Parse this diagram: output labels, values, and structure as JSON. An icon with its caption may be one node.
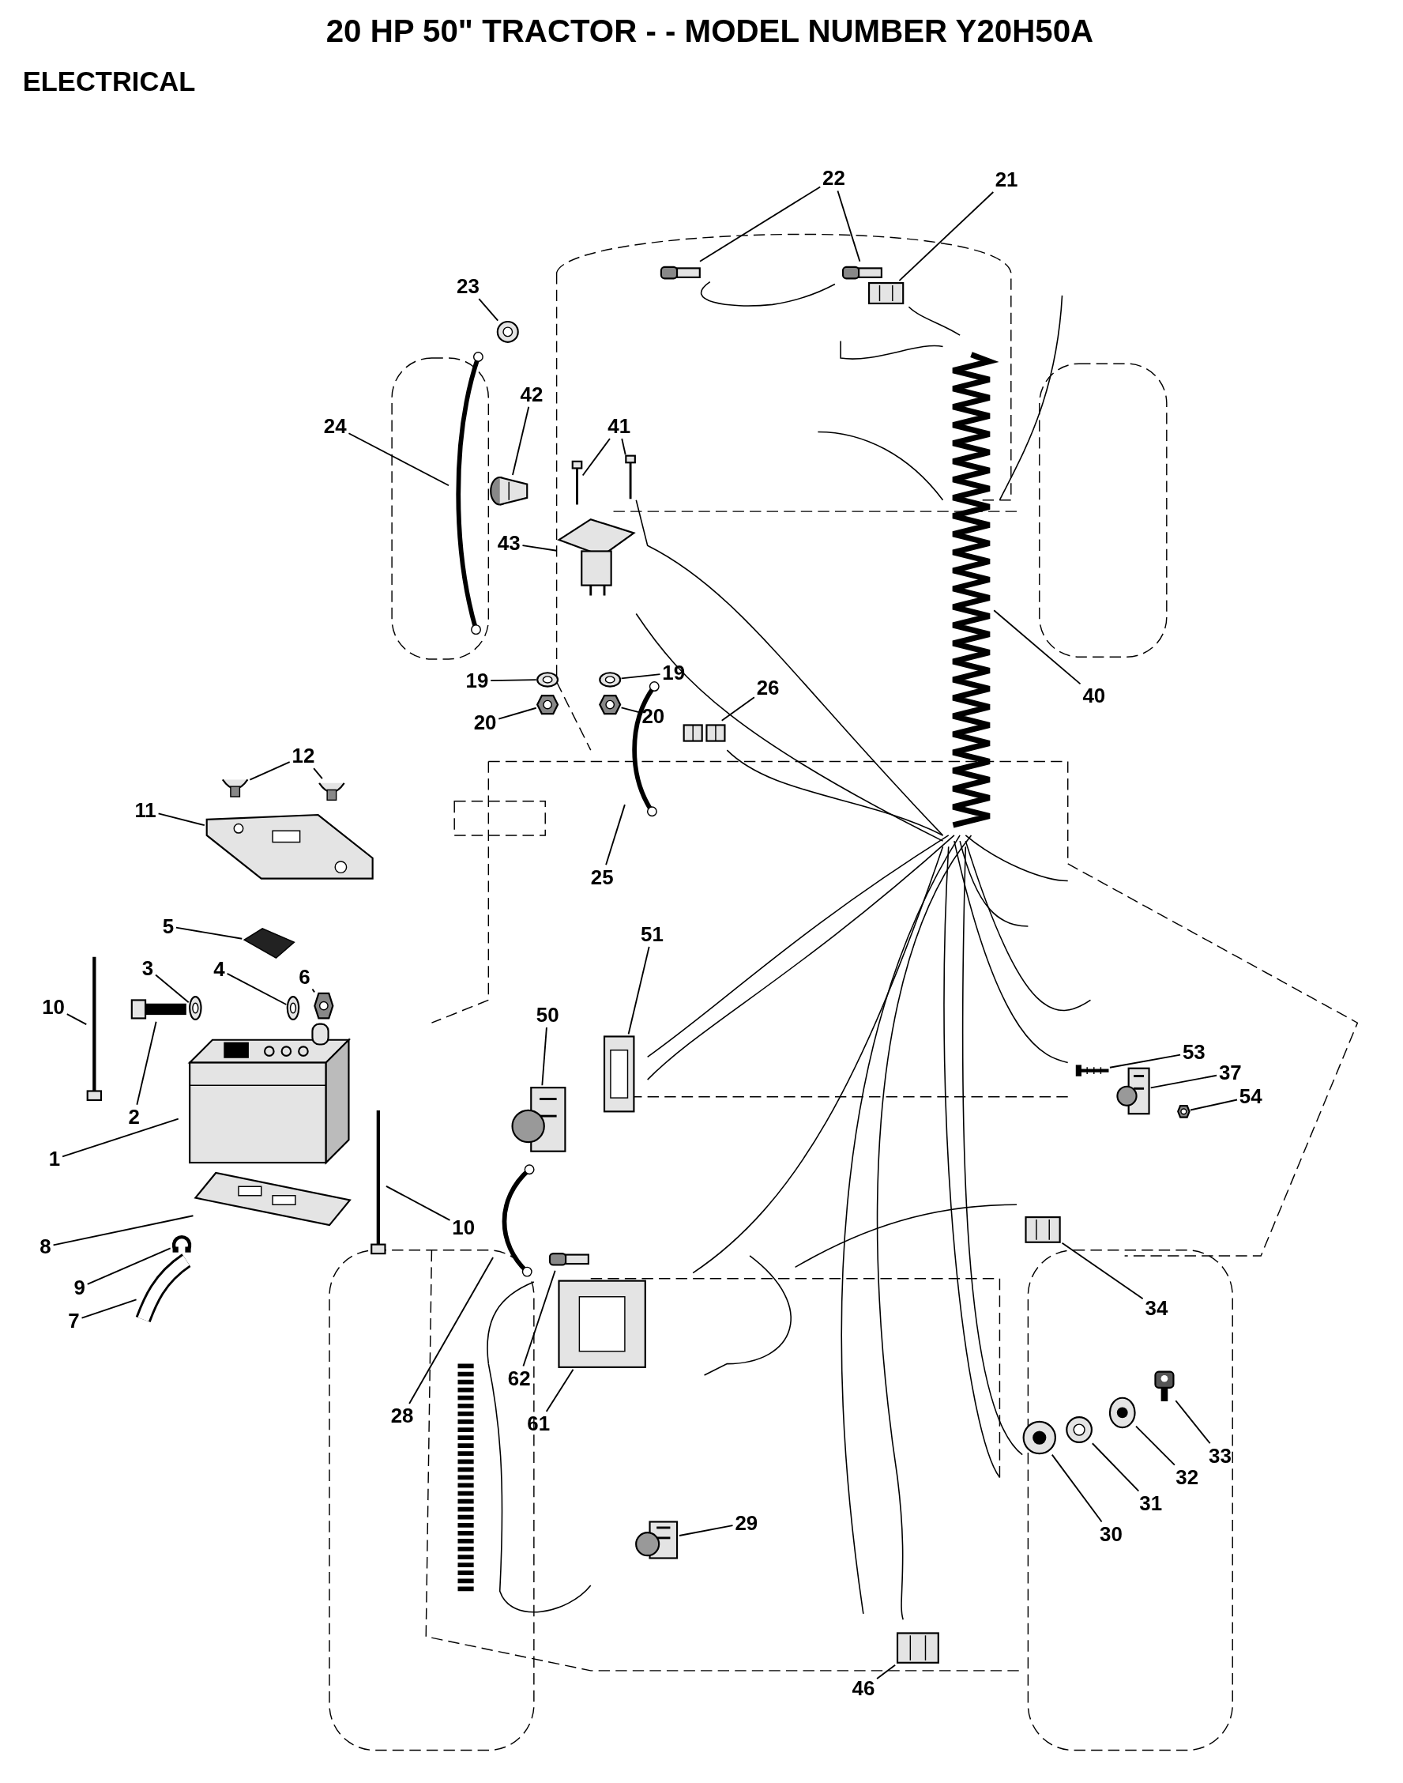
{
  "diagram": {
    "title": "20 HP 50\" TRACTOR - - MODEL NUMBER Y20H50A",
    "nodes": [
      {
        "text": [
          "1"
        ]
      },
      {
        "text": [],
        "shape": "picture"
      },
      {
        "text": [
          "2"
        ]
      },
      {
        "text": [],
        "shape": "picture"
      },
      {
        "text": [
          "3"
        ]
      },
      {
        "text": [],
        "shape": "picture"
      },
      {
        "text": [
          "4"
        ]
      },
      {
        "text": [],
        "shape": "picture"
      },
      {
        "text": [
          "5"
        ]
      },
      {
        "text": [],
        "shape": "picture"
      },
      {
        "text": [
          "6"
        ]
      },
      {
        "text": [],
        "shape": "picture"
      },
      {
        "text": [
          "7"
        ]
      },
      {
        "text": [],
        "shape": "picture"
      },
      {
        "text": [
          "8"
        ]
      },
      {
        "text": [],
        "shape": "picture"
      },
      {
        "text": [
          "9"
        ]
      },
      {
        "text": [],
        "shape": "picture"
      },
      {
        "text": [
          "10"
        ]
      },
      {
        "text": [],
        "shape": "picture"
      },
      {
        "text": [
          "10"
        ]
      },
      {
        "text": [],
        "shape": "picture"
      },
      {
        "text": [
          "11"
        ]
      },
      {
        "text": [],
        "shape": "picture"
      },
      {
        "text": [
          "12"
        ]
      },
      {
        "text": [],
        "shape": "picture"
      },
      {
        "text": [],
        "shape": "picture"
      },
      {
        "text": [
          "22"
        ]
      },
      {
        "text": [],
        "shape": "picture"
      },
      {
        "text": [],
        "shape": "picture"
      },
      {
        "text": [
          "21"
        ]
      },
      {
        "text": [],
        "shape": "picture"
      },
      {
        "text": [
          "23"
        ]
      },
      {
        "text": [],
        "shape": "picture"
      },
      {
        "text": [
          "24"
        ]
      },
      {
        "text": [],
        "shape": "picture"
      },
      {
        "text": [
          "42"
        ]
      },
      {
        "text": [],
        "shape": "picture"
      },
      {
        "text": [
          "41"
        ]
      },
      {
        "text": [],
        "shape": "picture"
      },
      {
        "text": [],
        "shape": "picture"
      },
      {
        "text": [
          "43"
        ]
      },
      {
        "text": [],
        "shape": "picture"
      },
      {
        "text": [
          "19"
        ]
      },
      {
        "text": [],
        "shape": "picture"
      },
      {
        "text": [
          "20"
        ]
      },
      {
        "text": [],
        "shape": "picture"
      },
      {
        "text": [
          "19"
        ]
      },
      {
        "text": [],
        "shape": "picture"
      },
      {
        "text": [
          "20"
        ]
      },
      {
        "text": [],
        "shape": "picture"
      },
      {
        "text": [
          "25"
        ]
      },
      {
        "text": [],
        "shape": "picture"
      },
      {
        "text": [
          "26"
        ]
      },
      {
        "text": [],
        "shape": "picture"
      },
      {
        "text": [
          "40"
        ]
      },
      {
        "text": [],
        "shape": "picture"
      },
      {
        "text": [
          "51"
        ]
      },
      {
        "text": [],
        "shape": "picture"
      },
      {
        "text": [
          "50"
        ]
      },
      {
        "text": [],
        "shape": "picture"
      },
      {
        "text": [
          "53"
        ]
      },
      {
        "text": [],
        "shape": "picture"
      },
      {
        "text": [
          "37"
        ]
      },
      {
        "text": [],
        "shape": "picture"
      },
      {
        "text": [
          "54"
        ]
      },
      {
        "text": [],
        "shape": "picture"
      },
      {
        "text": [
          "34"
        ]
      },
      {
        "text": [],
        "shape": "picture"
      },
      {
        "text": [
          "62"
        ]
      },
      {
        "text": [],
        "shape": "picture"
      },
      {
        "text": [
          "61"
        ]
      },
      {
        "text": [],
        "shape": "picture"
      },
      {
        "text": [
          "28"
        ]
      },
      {
        "text": [],
        "shape": "picture"
      },
      {
        "text": [
          "29"
        ]
      },
      {
        "text": [],
        "shape": "picture"
      },
      {
        "text": [
          "30"
        ]
      },
      {
        "text": [],
        "shape": "picture"
      },
      {
        "text": [
          "31"
        ]
      },
      {
        "text": [],
        "shape": "picture"
      },
      {
        "text": [
          "32"
        ]
      },
      {
        "text": [],
        "shape": "picture"
      },
      {
        "text": [
          "33"
        ]
      },
      {
        "text": [],
        "shape": "picture"
      },
      {
        "text": [
          "46"
        ]
      },
      {
        "text": [],
        "shape": "picture"
      }
    ],
    "edges": [
      {
        "from": 0,
        "to": 1,
        "arrow": "none"
      },
      {
        "from": 2,
        "to": 3,
        "arrow": "none"
      },
      {
        "from": 4,
        "to": 5,
        "arrow": "none"
      },
      {
        "from": 6,
        "to": 7,
        "arrow": "none"
      },
      {
        "from": 8,
        "to": 9,
        "arrow": "none"
      },
      {
        "from": 10,
        "to": 11,
        "arrow": "none"
      },
      {
        "from": 12,
        "to": 13,
        "arrow": "none"
      },
      {
        "from": 14,
        "to": 15,
        "arrow": "none"
      },
      {
        "from": 16,
        "to": 17,
        "arrow": "none"
      },
      {
        "from": 18,
        "to": 19,
        "arrow": "none"
      },
      {
        "from": 20,
        "to": 21,
        "arrow": "none"
      },
      {
        "from": 22,
        "to": 23,
        "arrow": "none"
      },
      {
        "from": 24,
        "to": 25,
        "arrow": "none"
      },
      {
        "from": 24,
        "to": 26,
        "arrow": "none"
      },
      {
        "from": 27,
        "to": 28,
        "arrow": "none"
      },
      {
        "from": 27,
        "to": 29,
        "arrow": "none"
      },
      {
        "from": 30,
        "to": 31,
        "arrow": "none"
      },
      {
        "from": 32,
        "to": 33,
        "arrow": "none"
      },
      {
        "from": 34,
        "to": 35,
        "arrow": "none"
      },
      {
        "from": 36,
        "to": 37,
        "arrow": "none"
      },
      {
        "from": 38,
        "to": 39,
        "arrow": "none"
      },
      {
        "from": 38,
        "to": 40,
        "arrow": "none"
      },
      {
        "from": 41,
        "to": 42,
        "arrow": "none"
      },
      {
        "from": 43,
        "to": 44,
        "arrow": "none"
      },
      {
        "from": 45,
        "to": 46,
        "arrow": "none"
      },
      {
        "from": 47,
        "to": 48,
        "arrow": "none"
      },
      {
        "from": 49,
        "to": 50,
        "arrow": "none"
      },
      {
        "from": 51,
        "to": 52,
        "arrow": "none"
      },
      {
        "from": 53,
        "to": 54,
        "arrow": "none"
      },
      {
        "from": 55,
        "to": 56,
        "arrow": "none"
      },
      {
        "from": 57,
        "to": 58,
        "arrow": "none"
      },
      {
        "from": 59,
        "to": 60,
        "arrow": "none"
      },
      {
        "from": 61,
        "to": 62,
        "arrow": "none"
      },
      {
        "from": 63,
        "to": 64,
        "arrow": "none"
      },
      {
        "from": 65,
        "to": 66,
        "arrow": "none"
      },
      {
        "from": 67,
        "to": 68,
        "arrow": "none"
      },
      {
        "from": 69,
        "to": 70,
        "arrow": "none"
      },
      {
        "from": 71,
        "to": 72,
        "arrow": "none"
      },
      {
        "from": 73,
        "to": 74,
        "arrow": "none"
      },
      {
        "from": 75,
        "to": 76,
        "arrow": "none"
      },
      {
        "from": 77,
        "to": 78,
        "arrow": "none"
      },
      {
        "from": 79,
        "to": 80,
        "arrow": "none"
      },
      {
        "from": 81,
        "to": 82,
        "arrow": "none"
      },
      {
        "from": 83,
        "to": 84,
        "arrow": "none"
      },
      {
        "from": 85,
        "to": 86,
        "arrow": "none"
      }
    ],
    "labels": [
      "ELECTRICAL"
    ]
  }
}
